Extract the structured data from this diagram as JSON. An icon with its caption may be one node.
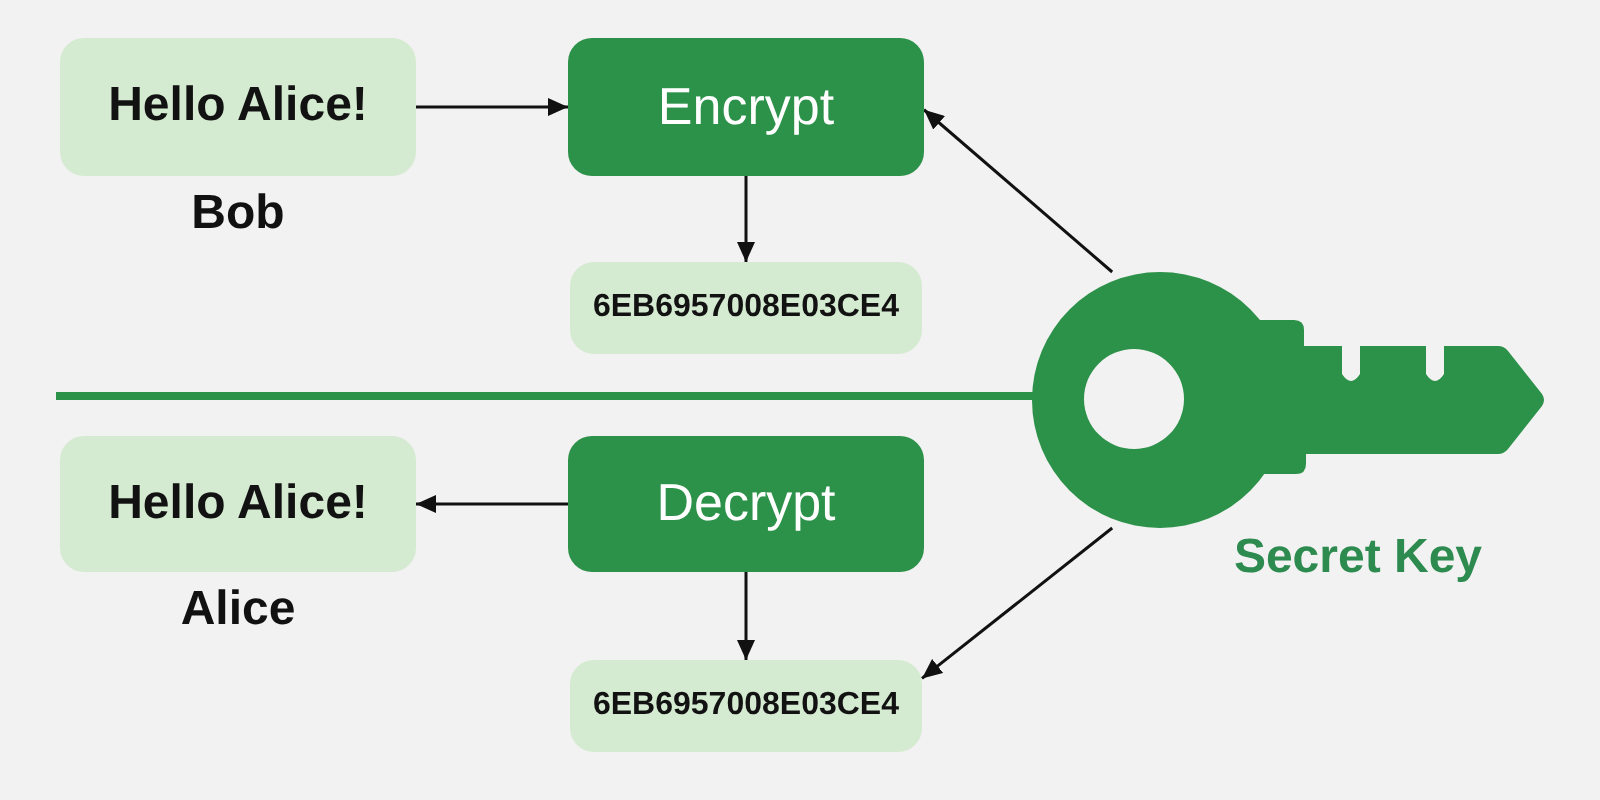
{
  "diagram": {
    "nodes": [
      {
        "text": [
          "Hello Alice!"
        ],
        "beside": [
          "Bob"
        ]
      },
      {
        "text": [
          "Encrypt"
        ]
      },
      {
        "text": [
          "6EB6957008E03CE4"
        ]
      },
      {
        "text": [],
        "shape": "key",
        "beside": [
          "Secret Key"
        ]
      },
      {
        "text": [
          "Decrypt"
        ]
      },
      {
        "text": [
          "Hello Alice!"
        ],
        "beside": [
          "Alice"
        ]
      },
      {
        "text": [
          "6EB6957008E03CE4"
        ]
      }
    ],
    "edges": [
      {
        "from": 0,
        "to": 1,
        "arrow": "to"
      },
      {
        "from": 1,
        "to": 2,
        "arrow": "to"
      },
      {
        "from": 3,
        "to": 1,
        "arrow": "to"
      },
      {
        "from": 4,
        "to": 5,
        "arrow": "to"
      },
      {
        "from": 4,
        "to": 6,
        "arrow": "to"
      },
      {
        "from": 3,
        "to": 6,
        "arrow": "to"
      }
    ]
  }
}
